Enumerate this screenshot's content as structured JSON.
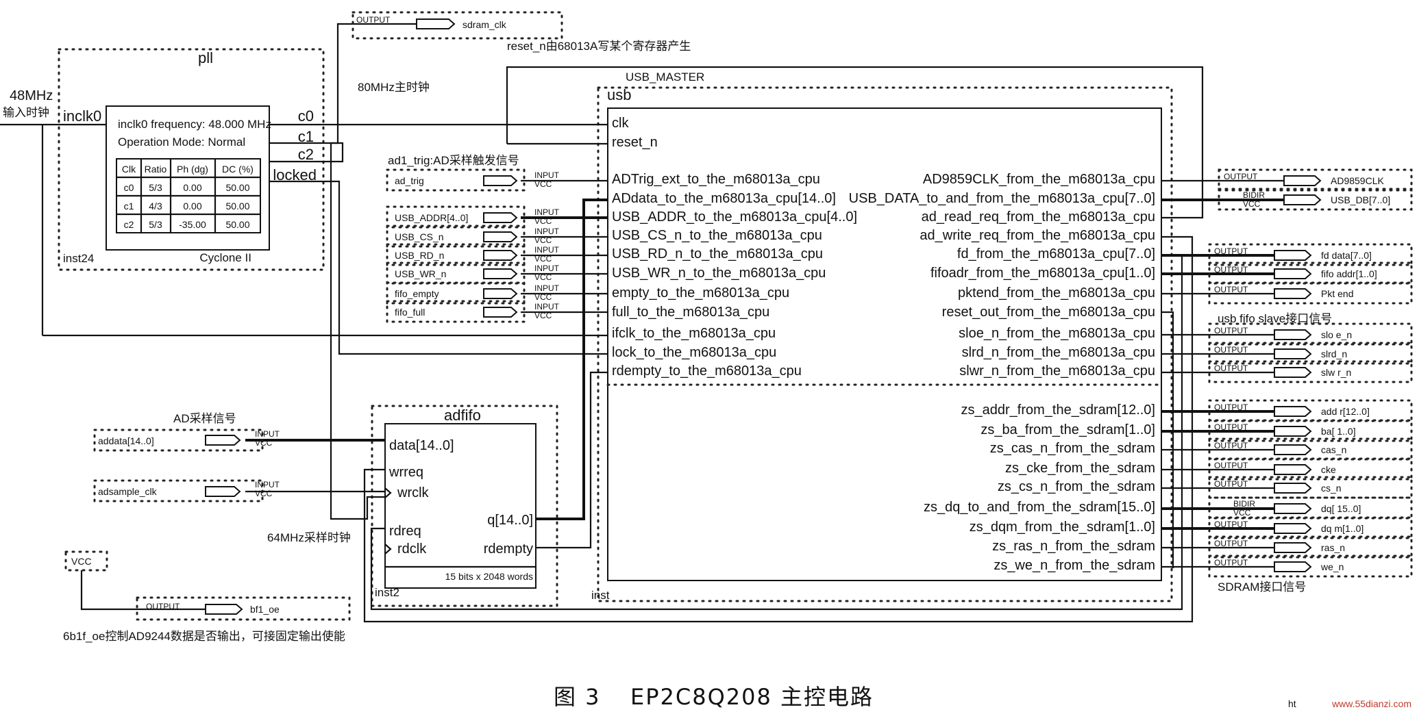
{
  "pll": {
    "title": "pll",
    "input": "inclk0",
    "freq": "inclk0 frequency: 48.000 MHz",
    "mode": "Operation Mode: Normal",
    "table_headers": [
      "Clk",
      "Ratio",
      "Ph (dg)",
      "DC (%)"
    ],
    "table_rows": [
      [
        "c0",
        "5/3",
        "0.00",
        "50.00"
      ],
      [
        "c1",
        "4/3",
        "0.00",
        "50.00"
      ],
      [
        "c2",
        "5/3",
        "-35.00",
        "50.00"
      ]
    ],
    "outputs": [
      "c0",
      "c1",
      "c2",
      "locked"
    ],
    "inst": "inst24",
    "family": "Cyclone II"
  },
  "usb": {
    "title": "USB_MASTER",
    "name": "usb",
    "inst": "inst",
    "left_ports": [
      "clk",
      "reset_n",
      "ADTrig_ext_to_the_m68013a_cpu",
      "ADdata_to_the_m68013a_cpu[14..0]",
      "USB_ADDR_to_the_m68013a_cpu[4..0]",
      "USB_CS_n_to_the_m68013a_cpu",
      "USB_RD_n_to_the_m68013a_cpu",
      "USB_WR_n_to_the_m68013a_cpu",
      "empty_to_the_m68013a_cpu",
      "full_to_the_m68013a_cpu",
      "ifclk_to_the_m68013a_cpu",
      "lock_to_the_m68013a_cpu",
      "rdempty_to_the_m68013a_cpu"
    ],
    "right_ports": [
      "AD9859CLK_from_the_m68013a_cpu",
      "USB_DATA_to_and_from_the_m68013a_cpu[7..0]",
      "ad_read_req_from_the_m68013a_cpu",
      "ad_write_req_from_the_m68013a_cpu",
      "fd_from_the_m68013a_cpu[7..0]",
      "fifoadr_from_the_m68013a_cpu[1..0]",
      "pktend_from_the_m68013a_cpu",
      "reset_out_from_the_m68013a_cpu",
      "sloe_n_from_the_m68013a_cpu",
      "slrd_n_from_the_m68013a_cpu",
      "slwr_n_from_the_m68013a_cpu"
    ],
    "sdram_ports": [
      "zs_addr_from_the_sdram[12..0]",
      "zs_ba_from_the_sdram[1..0]",
      "zs_cas_n_from_the_sdram",
      "zs_cke_from_the_sdram",
      "zs_cs_n_from_the_sdram",
      "zs_dq_to_and_from_the_sdram[15..0]",
      "zs_dqm_from_the_sdram[1..0]",
      "zs_ras_n_from_the_sdram",
      "zs_we_n_from_the_sdram"
    ]
  },
  "adfifo": {
    "name": "adfifo",
    "ports_left": [
      "data[14..0]",
      "wrreq",
      "wrclk",
      "rdreq",
      "rdclk"
    ],
    "ports_right": [
      "q[14..0]",
      "rdempty"
    ],
    "size": "15 bits x 2048 words",
    "inst": "inst2"
  },
  "pins": {
    "input_word": "INPUT",
    "output_word": "OUTPUT",
    "bidir_word": "BIDIR",
    "vcc_word": "VCC",
    "inputs_left": [
      "ad_trig",
      "USB_ADDR[4..0]",
      "USB_CS_n",
      "USB_RD_n",
      "USB_WR_n",
      "fifo_empty",
      "fifo_full"
    ],
    "adc_inputs": [
      "addata[14..0]",
      "adsample_clk"
    ],
    "outputs_right_top": [
      "AD9859CLK",
      "USB_DB[7..0]"
    ],
    "outputs_fifo": [
      "fd data[7..0]",
      "fifo addr[1..0]",
      "Pkt end",
      "slo e_n",
      "slrd_n",
      "slw r_n"
    ],
    "outputs_sdram": [
      "add r[12..0]",
      "ba[ 1..0]",
      "cas_n",
      "cke",
      "cs_n",
      "dq[ 15..0]",
      "dq m[1..0]",
      "ras_n",
      "we_n"
    ],
    "sdram_clk": "sdram_clk",
    "bf1_oe": "bf1_oe",
    "vcc_symbol": "VCC"
  },
  "annotations": {
    "clk48": "48MHz",
    "clk48_cn": "输入时钟",
    "clk80": "80MHz主时钟",
    "reset_note": "reset_n由68013A写某个寄存器产生",
    "adtrig": "ad1_trig:AD采样触发信号",
    "ad_sample": "AD采样信号",
    "clk64": "64MHz采样时钟",
    "usb_fifo": "usb fifo slave接口信号",
    "sdram_if": "SDRAM接口信号",
    "oe_note": "6b1f_oe控制AD9244数据是否输出，可接固定输出使能"
  },
  "caption": {
    "number": "图 3",
    "title": "EP2C8Q208 主控电路"
  },
  "watermark": {
    "left": "ht",
    "right": "www.55dianzi.com"
  }
}
